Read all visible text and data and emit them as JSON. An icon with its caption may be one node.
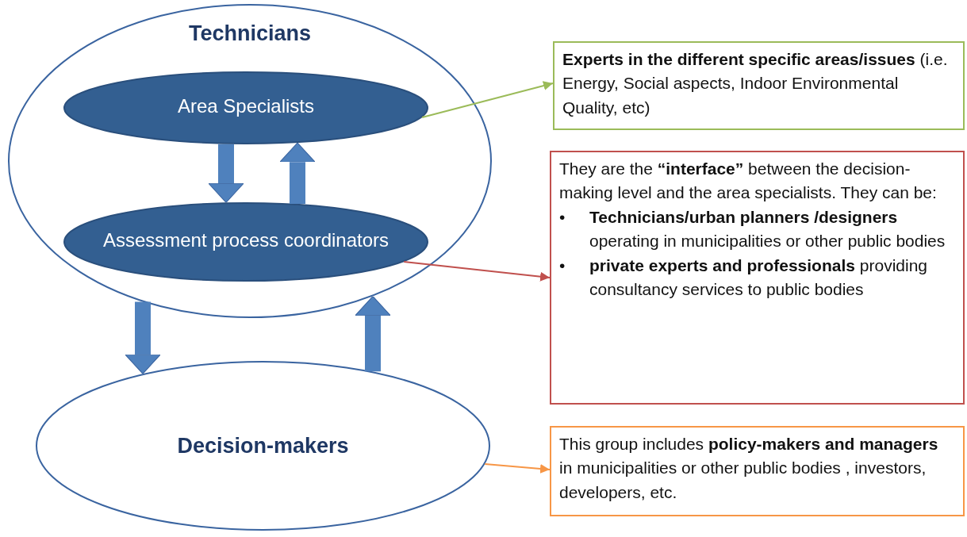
{
  "diagram": {
    "nodes": [
      {
        "text": [
          "Technicians"
        ]
      },
      {
        "text": [
          "Area Specialists"
        ],
        "in": 0
      },
      {
        "text": [
          "Assessment process coordinators"
        ],
        "in": 0
      },
      {
        "text": [
          "Decision-makers"
        ]
      },
      {
        "text": [
          "**Experts in the different specific areas/issues** (i.e. Energy, Social aspects, Indoor Environmental Quality, etc)"
        ]
      },
      {
        "text": [
          "They are the **“interface”** between the decision-making level and the area specialists. They can be:",
          "**Technicians/urban planners /designers** operating in municipalities or other public bodies",
          "**private experts and professionals** providing consultancy services to public bodies"
        ]
      },
      {
        "text": [
          "This group includes **policy-makers and managers** in municipalities or other public bodies , investors, developers, etc."
        ]
      }
    ],
    "edges": [
      {
        "from": 1,
        "to": 2,
        "arrow": "to"
      },
      {
        "from": 2,
        "to": 1,
        "arrow": "to"
      },
      {
        "from": 0,
        "to": 3,
        "arrow": "to"
      },
      {
        "from": 3,
        "to": 0,
        "arrow": "to"
      },
      {
        "from": 1,
        "to": 4,
        "arrow": "to",
        "color": "#9bbb59"
      },
      {
        "from": 2,
        "to": 5,
        "arrow": "to",
        "color": "#c0504d"
      },
      {
        "from": 3,
        "to": 6,
        "arrow": "to",
        "color": "#f79646"
      }
    ],
    "labels": [
      "•",
      "•"
    ]
  }
}
